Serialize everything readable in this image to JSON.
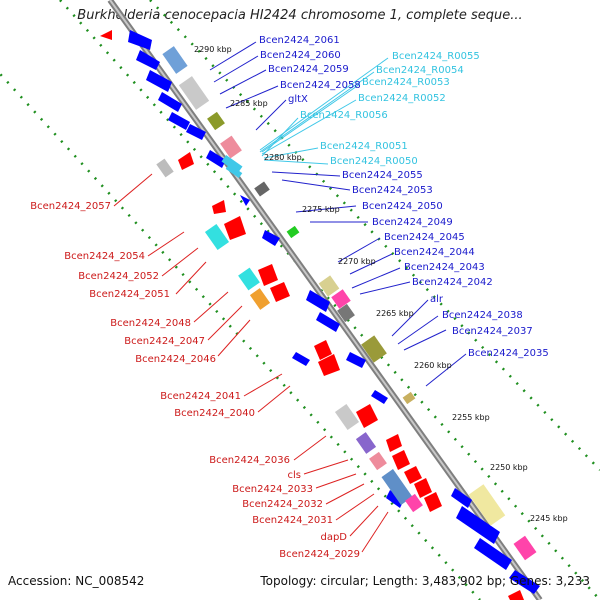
{
  "title": "Burkholderia cenocepacia HI2424 chromosome 1, complete seque...",
  "accession": "Accession: NC_008542",
  "topology": "Topology: circular; Length: 3,483,902 bp; Genes: 3,233",
  "colors": {
    "forward_gene": "#0000ff",
    "reverse_gene": "#ff0000",
    "rna_label": "#33c3e0",
    "backbone": "#8a8a8a",
    "gc_track": "#1f8f1f"
  },
  "ticks": [
    "2290 kbp",
    "2285 kbp",
    "2280 kbp",
    "2275 kbp",
    "2270 kbp",
    "2265 kbp",
    "2260 kbp",
    "2255 kbp",
    "2250 kbp",
    "2245 kbp"
  ],
  "blue_labels": [
    "Bcen2424_2061",
    "Bcen2424_2060",
    "Bcen2424_2059",
    "Bcen2424_2058",
    "gltX",
    "Bcen2424_2055",
    "Bcen2424_2053",
    "Bcen2424_2050",
    "Bcen2424_2049",
    "Bcen2424_2045",
    "Bcen2424_2044",
    "Bcen2424_2043",
    "Bcen2424_2042",
    "alr",
    "Bcen2424_2038",
    "Bcen2424_2037",
    "Bcen2424_2035"
  ],
  "rna_labels": [
    "Bcen2424_R0055",
    "Bcen2424_R0054",
    "Bcen2424_R0053",
    "Bcen2424_R0052",
    "Bcen2424_R0056",
    "Bcen2424_R0051",
    "Bcen2424_R0050"
  ],
  "red_labels": [
    "Bcen2424_2057",
    "Bcen2424_2054",
    "Bcen2424_2052",
    "Bcen2424_2051",
    "Bcen2424_2048",
    "Bcen2424_2047",
    "Bcen2424_2046",
    "Bcen2424_2041",
    "Bcen2424_2040",
    "Bcen2424_2036",
    "cls",
    "Bcen2424_2033",
    "Bcen2424_2032",
    "Bcen2424_2031",
    "dapD",
    "Bcen2424_2029"
  ]
}
